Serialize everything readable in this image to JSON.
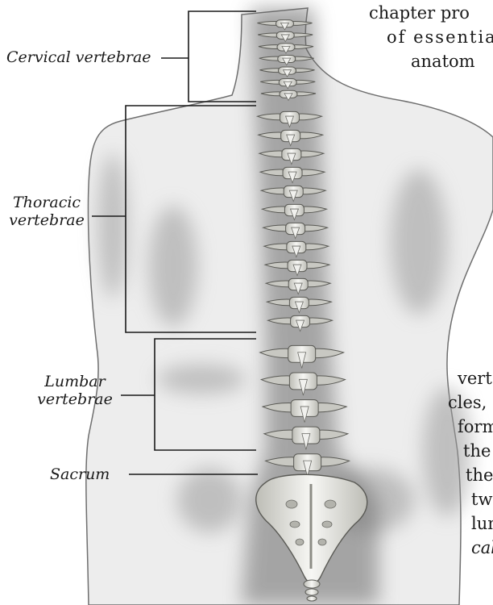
{
  "labels": {
    "cervical": "Cervical vertebrae",
    "thoracic_line1": "Thoracic",
    "thoracic_line2": "vertebrae",
    "lumbar_line1": "Lumbar",
    "lumbar_line2": "vertebrae",
    "sacrum": "Sacrum"
  },
  "text_top": [
    "chapter pro",
    "of essentia",
    "anatom"
  ],
  "text_bottom": [
    "vert",
    "cles,",
    "form",
    "the v",
    "ther",
    "twe",
    "lum",
    "cal"
  ],
  "colors": {
    "ink": "#1a1a1a",
    "shadow": "#8a8a8a",
    "bone": "#f1f1ee",
    "bone_shade": "#c8c8c2"
  }
}
